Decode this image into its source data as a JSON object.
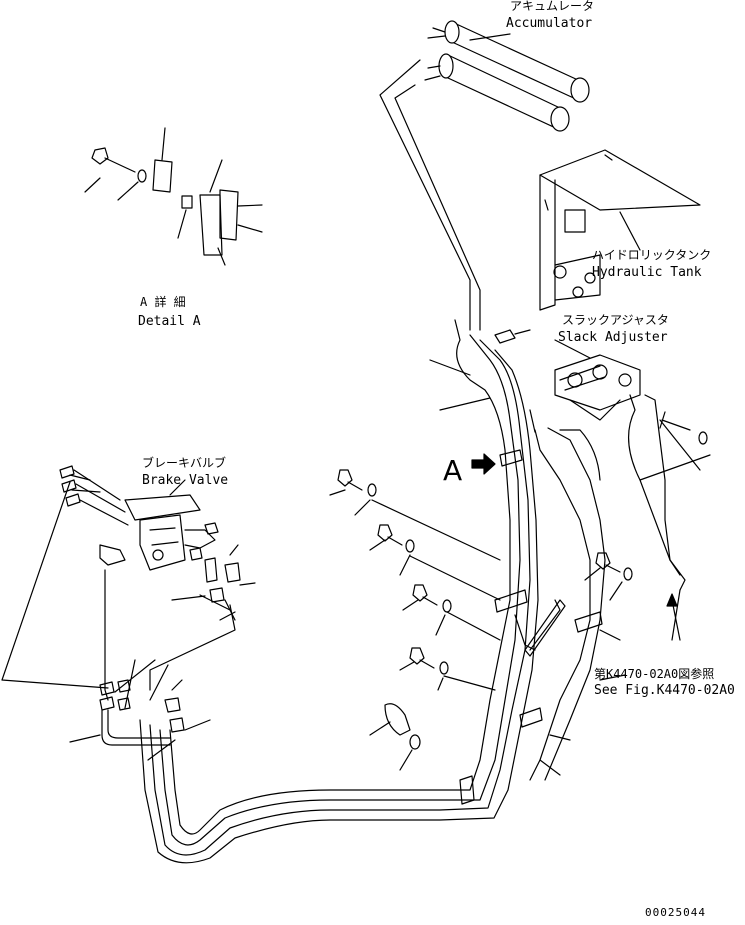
{
  "labels": {
    "accumulator_jp": "アキュムレータ",
    "accumulator_en": "Accumulator",
    "hydraulic_tank_jp": "ハイドロリックタンク",
    "hydraulic_tank_en": "Hydraulic Tank",
    "slack_adjuster_jp": "スラックアジャスタ",
    "slack_adjuster_en": "Slack Adjuster",
    "brake_valve_jp": "ブレーキバルブ",
    "brake_valve_en": "Brake Valve",
    "detail_a_jp": "A 詳 細",
    "detail_a_en": "Detail A",
    "view_marker": "A",
    "see_fig_jp": "第K4470-02A0図参照",
    "see_fig_en": "See Fig.K4470-02A0",
    "drawing_number": "00025044"
  }
}
